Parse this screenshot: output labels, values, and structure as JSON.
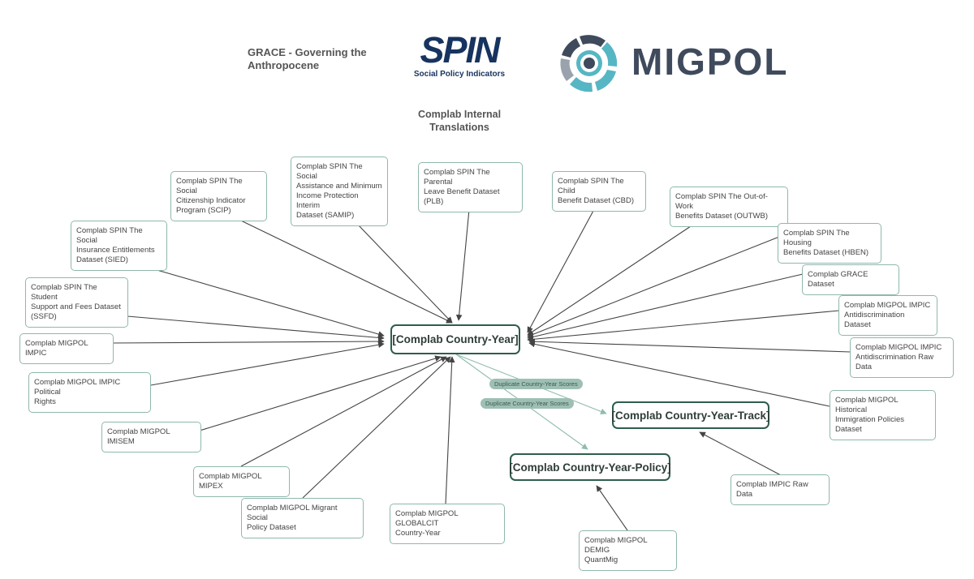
{
  "header": {
    "grace_text": "GRACE - Governing the\nAnthropocene",
    "spin_logo_word": "SPIN",
    "spin_logo_subtitle": "Social Policy Indicators",
    "migpol_logo_word": "MIGPOL",
    "group_label": "Complab Internal\nTranslations"
  },
  "colors": {
    "hub_border": "#2f5d4c",
    "node_border": "#8fb8ad",
    "edge_dark": "#444444",
    "edge_light": "#8fbcb0",
    "label_bg": "#9ebfb4",
    "spin_navy": "#17335f",
    "migpol_teal": "#56b6c4",
    "migpol_gray": "#3f4a5c"
  },
  "hubs": {
    "country_year": "[Complab Country-Year]",
    "country_year_track": "[Complab Country-Year-Track]",
    "country_year_policy": "[Complab Country-Year-Policy]"
  },
  "edge_labels": {
    "dup_track": "Duplicate Country-Year Scores",
    "dup_policy": "Duplicate Country-Year Scores"
  },
  "nodes": {
    "scip": "Complab SPIN The Social\nCitizenship Indicator\nProgram (SCIP)",
    "samip": "Complab SPIN The Social\nAssistance and Minimum\nIncome Protection Interim\nDataset (SAMIP)",
    "plb": "Complab SPIN The Parental\nLeave Benefit Dataset (PLB)",
    "cbd": "Complab SPIN The Child\nBenefit Dataset (CBD)",
    "outwb": "Complab SPIN The Out-of-Work\nBenefits Dataset (OUTWB)",
    "hben": "Complab SPIN The Housing\nBenefits Dataset (HBEN)",
    "grace": "Complab GRACE Dataset",
    "impic_antidisc": "Complab MIGPOL IMPIC\nAntidiscrimination Dataset",
    "impic_antidisc_raw": "Complab MIGPOL IMPIC\nAntidiscrimination Raw Data",
    "hist_immig": "Complab MIGPOL Historical\nImmigration Policies Dataset",
    "sied": "Complab SPIN The Social\nInsurance Entitlements\nDataset (SIED)",
    "ssfd": "Complab SPIN The Student\nSupport and Fees Dataset\n(SSFD)",
    "impic": "Complab MIGPOL IMPIC",
    "impic_pol": "Complab MIGPOL IMPIC Political\nRights",
    "imisem": "Complab MIGPOL IMISEM",
    "mipex": "Complab MIGPOL MIPEX",
    "migrant_social": "Complab MIGPOL Migrant Social\nPolicy Dataset",
    "globalcit": "Complab MIGPOL GLOBALCIT\nCountry-Year",
    "impic_raw": "Complab IMPIC Raw Data",
    "demig": "Complab MIGPOL DEMIG\nQuantMig"
  }
}
